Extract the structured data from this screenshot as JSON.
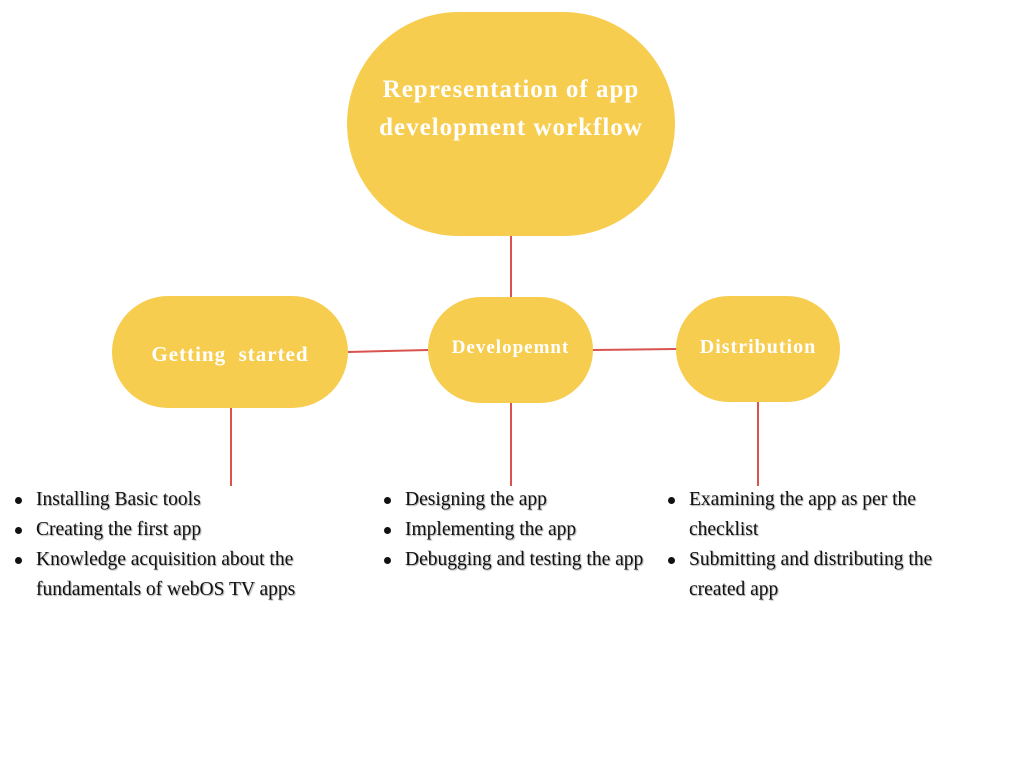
{
  "diagram": {
    "root": {
      "title_line1": "Representation of app",
      "title_line2": "development workflow"
    },
    "stages": [
      {
        "label": "Getting  started",
        "items": [
          "Installing Basic tools",
          "Creating the first app",
          "Knowledge acquisition about the fundamentals of webOS TV apps"
        ]
      },
      {
        "label": "Developemnt",
        "items": [
          "Designing the app",
          "Implementing the app",
          "Debugging and testing the app"
        ]
      },
      {
        "label": "Distribution",
        "items": [
          "Examining the app as per the checklist",
          "Submitting and distributing the created app"
        ]
      }
    ],
    "colors": {
      "node_fill": "#f7cd50",
      "node_text": "#ffffff",
      "connector": "#d9534f",
      "list_text": "#111111"
    }
  }
}
